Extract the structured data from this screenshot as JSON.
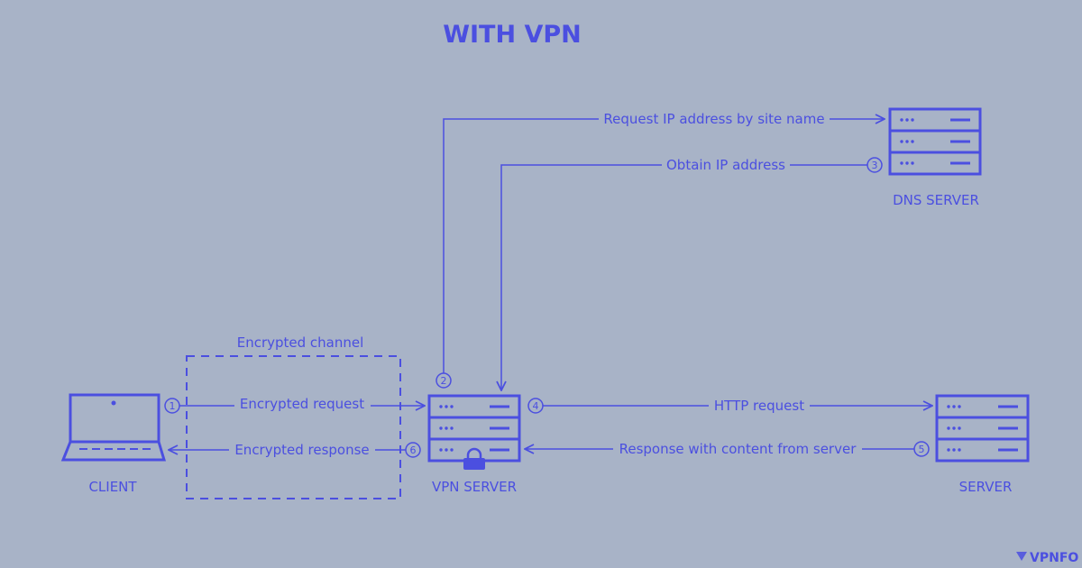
{
  "title": "WITH VPN",
  "colors": {
    "background": "#a8b3c7",
    "accent": "#4b4fe0"
  },
  "nodes": {
    "client": {
      "label": "CLIENT",
      "icon": "laptop-icon"
    },
    "vpn_server": {
      "label": "VPN SERVER",
      "icon": "server-rack-icon",
      "badge_icon": "lock-icon"
    },
    "dns_server": {
      "label": "DNS SERVER",
      "icon": "server-rack-icon"
    },
    "web_server": {
      "label": "SERVER",
      "icon": "server-rack-icon"
    }
  },
  "channel": {
    "label": "Encrypted channel"
  },
  "arrows": {
    "encrypted_request": {
      "step": "1",
      "label": "Encrypted request"
    },
    "dns_request": {
      "step": "2",
      "label": "Request IP address by site name"
    },
    "dns_response": {
      "step": "3",
      "label": "Obtain IP address"
    },
    "http_request": {
      "step": "4",
      "label": "HTTP request"
    },
    "server_response": {
      "step": "5",
      "label": "Response with content from server"
    },
    "encrypted_response": {
      "step": "6",
      "label": "Encrypted response"
    }
  },
  "brand": {
    "name": "VPNFO",
    "icon": "vpnfo-logo-icon"
  }
}
